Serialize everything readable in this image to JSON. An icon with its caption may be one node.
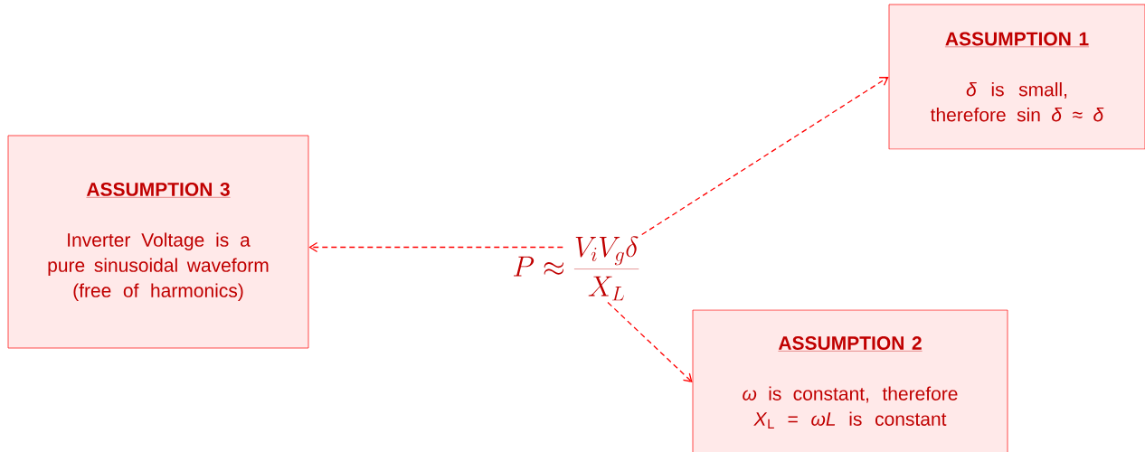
{
  "diagram": {
    "nodes": [
      {
        "text": [
          "ASSUMPTION 1",
          "*δ* is small, therefore sin *δ* ≈ *δ*"
        ]
      },
      {
        "text": [
          "ASSUMPTION 3",
          "Inverter Voltage is a pure sinusoidal waveform (free of harmonics)"
        ]
      },
      {
        "text": [
          "P \\approx \\frac{V_iV_g\\delta}{X_L}"
        ]
      },
      {
        "text": [
          "ASSUMPTION 2",
          "*ω* is constant, therefore *X*$_{L}$ = *ωL* is constant"
        ]
      }
    ],
    "edges": [
      {
        "from": 2,
        "to": 0,
        "arrow": "to",
        "style": "dashed"
      },
      {
        "from": 2,
        "to": 1,
        "arrow": "to",
        "style": "dashed"
      },
      {
        "from": 2,
        "to": 3,
        "arrow": "to",
        "style": "dashed"
      }
    ]
  }
}
